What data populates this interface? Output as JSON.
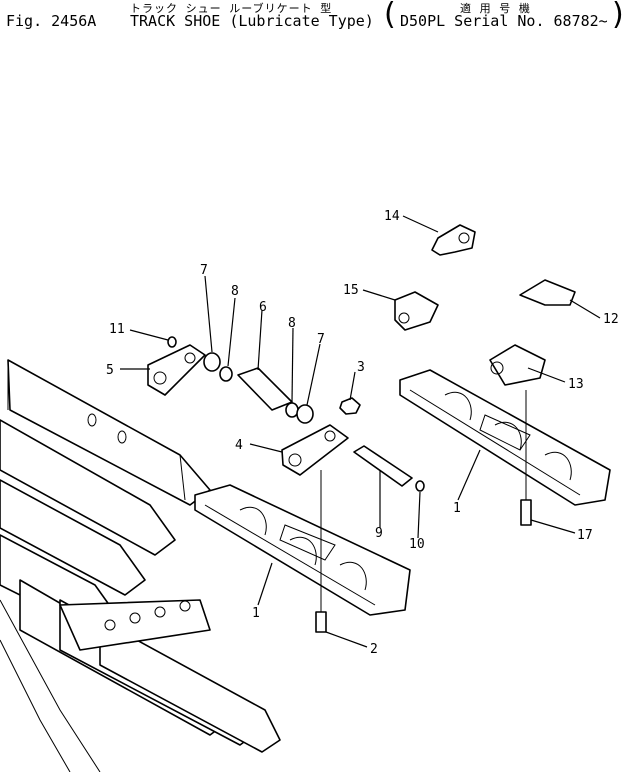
{
  "header": {
    "japanese_title": "トラック シュー ルーブリケート 型",
    "japanese_applicable": "適 用 号 機",
    "figure_number": "Fig. 2456A",
    "title": "TRACK SHOE (Lubricate Type)",
    "applicability": "D50PL Serial No. 68782~"
  },
  "callouts": [
    {
      "id": "c1a",
      "label": "1"
    },
    {
      "id": "c1b",
      "label": "1"
    },
    {
      "id": "c2",
      "label": "2"
    },
    {
      "id": "c3",
      "label": "3"
    },
    {
      "id": "c4",
      "label": "4"
    },
    {
      "id": "c5",
      "label": "5"
    },
    {
      "id": "c6",
      "label": "6"
    },
    {
      "id": "c7a",
      "label": "7"
    },
    {
      "id": "c7b",
      "label": "7"
    },
    {
      "id": "c8a",
      "label": "8"
    },
    {
      "id": "c8b",
      "label": "8"
    },
    {
      "id": "c9",
      "label": "9"
    },
    {
      "id": "c10",
      "label": "10"
    },
    {
      "id": "c11",
      "label": "11"
    },
    {
      "id": "c12",
      "label": "12"
    },
    {
      "id": "c13",
      "label": "13"
    },
    {
      "id": "c14",
      "label": "14"
    },
    {
      "id": "c15",
      "label": "15"
    },
    {
      "id": "c17",
      "label": "17"
    }
  ]
}
